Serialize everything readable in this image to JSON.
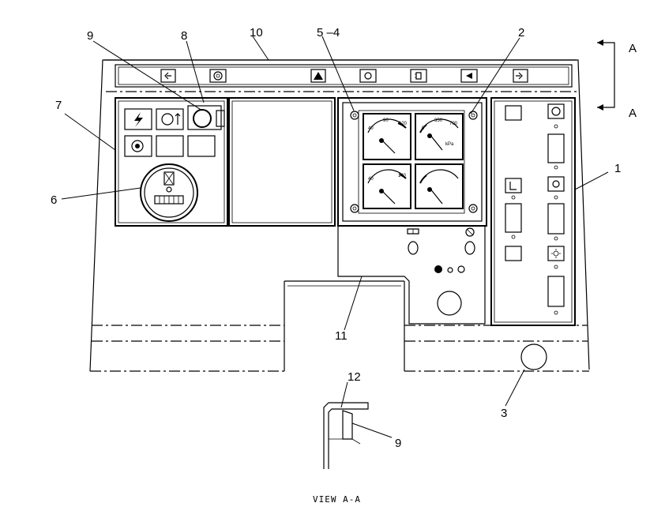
{
  "callouts": {
    "c1": "1",
    "c2": "2",
    "c3": "3",
    "c54": "5 –4",
    "c6": "6",
    "c7": "7",
    "c8": "8",
    "c9_top": "9",
    "c10": "10",
    "c11": "11",
    "c12": "12",
    "c9_view": "9"
  },
  "section_marks": {
    "a_top": "A",
    "a_bottom": "A"
  },
  "view_caption": "VIEW  A-A",
  "gauges": {
    "g1": {
      "low": "40",
      "mid": "90",
      "high": "120"
    },
    "g2": {
      "low": "0",
      "mid": "350",
      "high": "700",
      "unit": "kPa"
    },
    "g3": {
      "low": "40",
      "high": "140"
    },
    "g4": {
      "low": "",
      "high": ""
    }
  },
  "icons": [
    "arrow-left-icon",
    "engine-gear-icon",
    "warning-triangle-icon",
    "oil-can-icon",
    "headlamp-icon",
    "horn-icon",
    "arrow-right-icon",
    "lightning-icon",
    "gear-up-icon",
    "fan-icon",
    "hourglass-icon",
    "wiper-icon",
    "seat-icon"
  ]
}
